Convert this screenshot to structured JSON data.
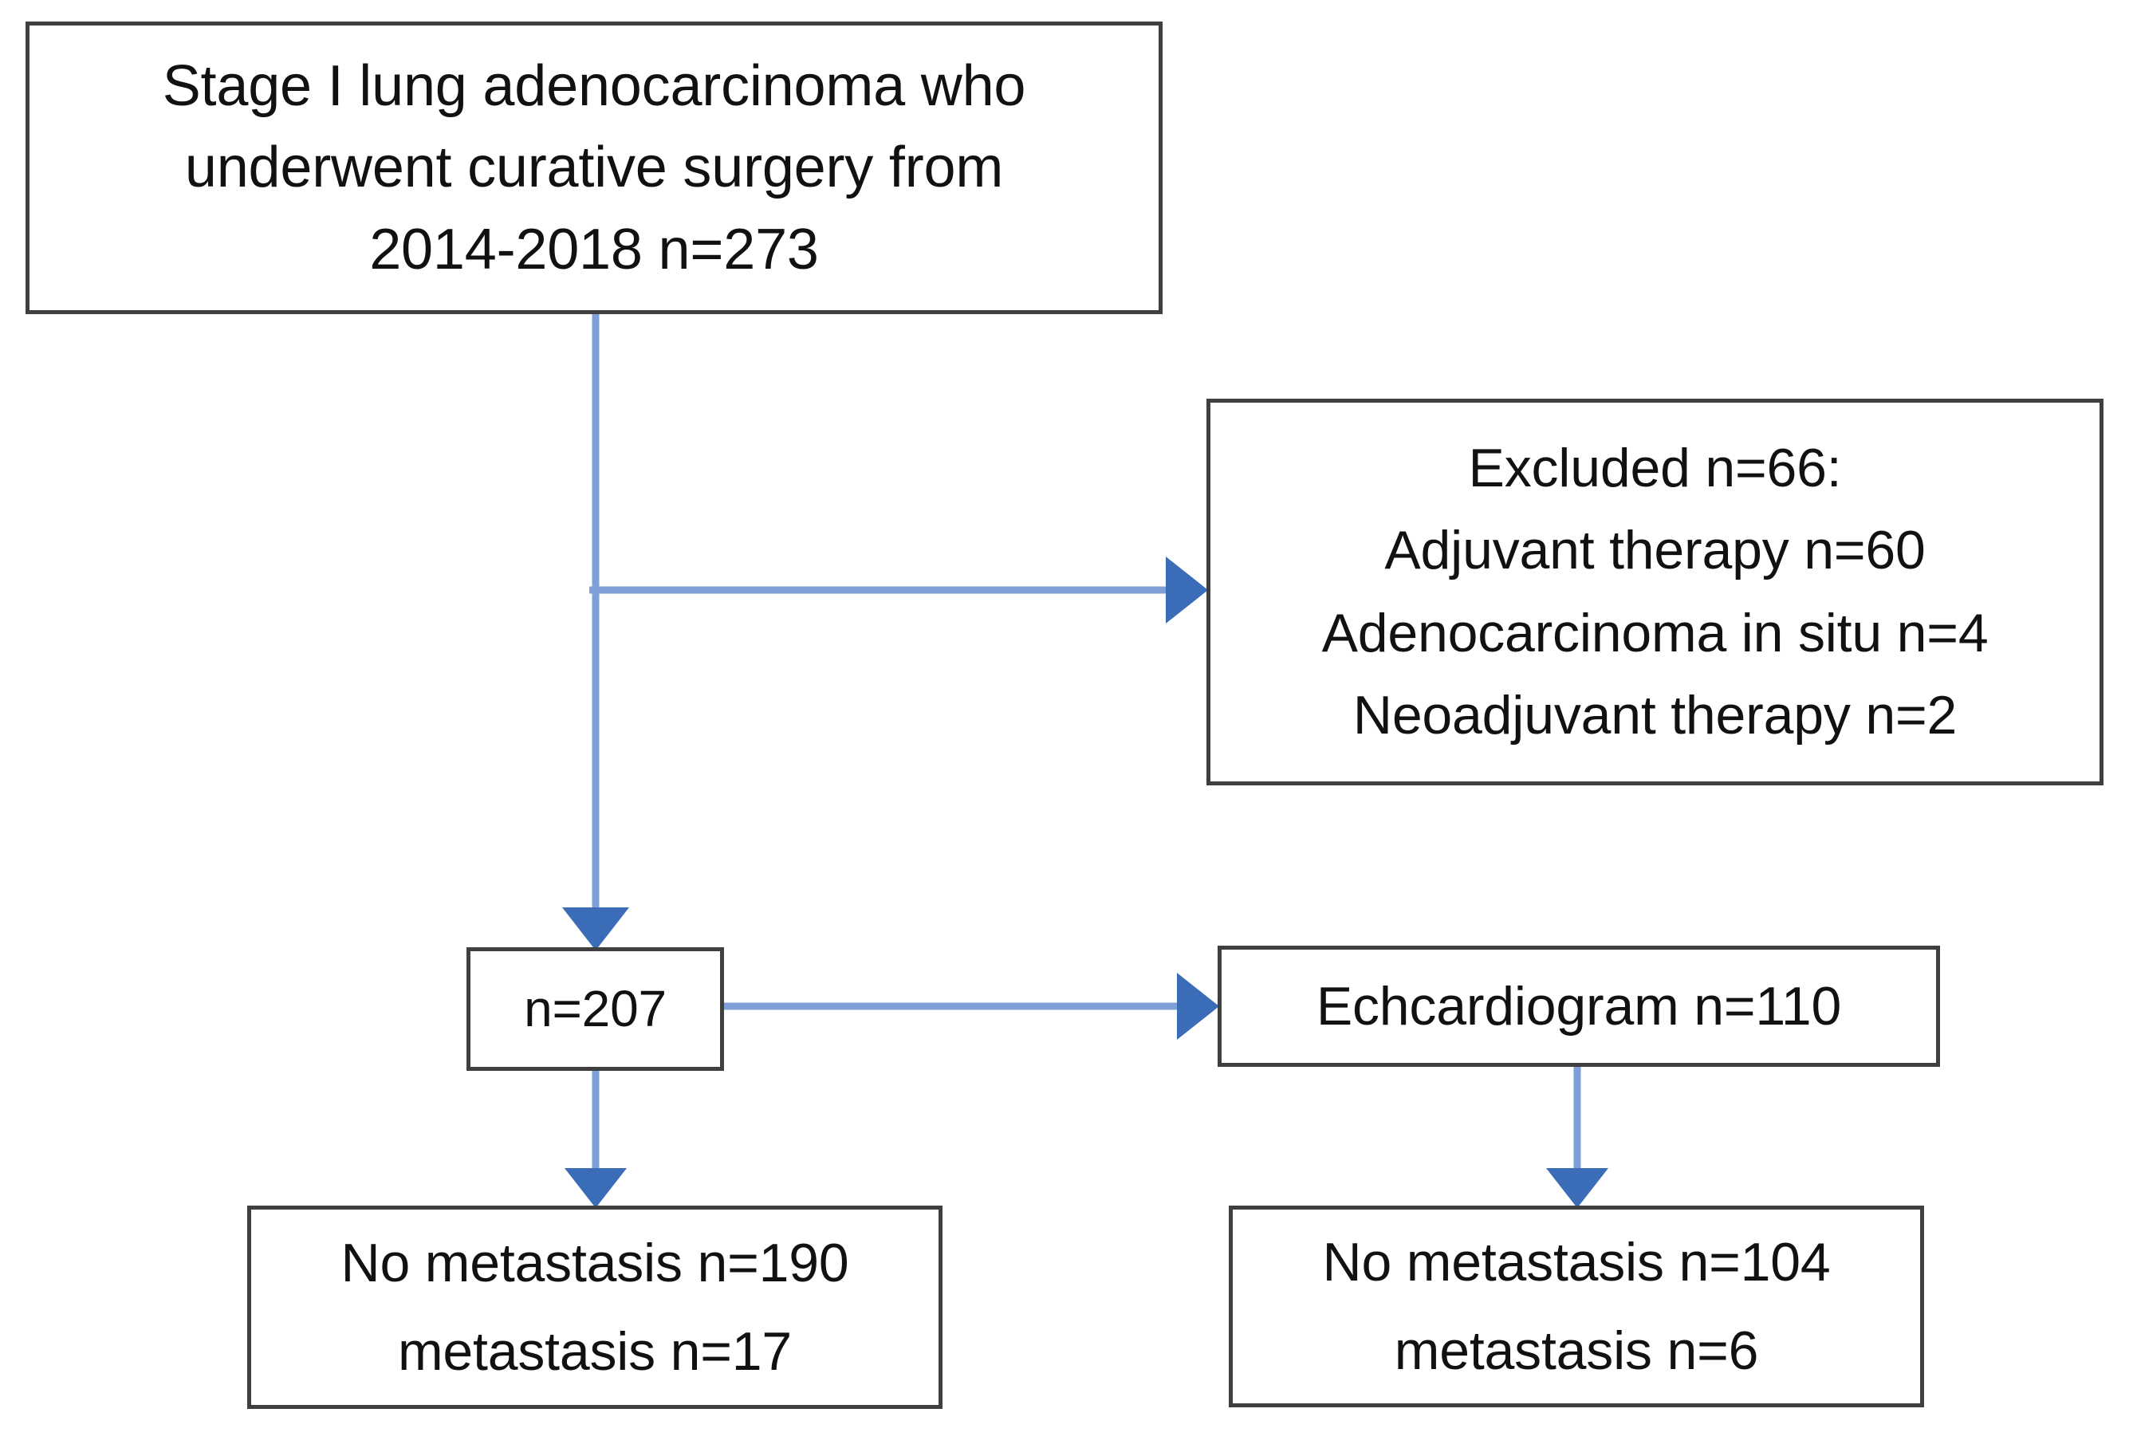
{
  "figure": {
    "type": "flowchart",
    "orientation": "top-down",
    "background_color": "#ffffff",
    "box_border_color": "#3f3f3f",
    "connector_line_color": "#7ea0d6",
    "connector_arrowhead_color": "#3b6cb7",
    "text_color": "#111111"
  },
  "nodes": {
    "cohort": {
      "id": "cohort",
      "lines": [
        "Stage I lung adenocarcinoma who",
        "underwent curative surgery from",
        "2014-2018 n=273"
      ],
      "count": 273
    },
    "excluded": {
      "id": "excluded",
      "lines": [
        "Excluded n=66:",
        "Adjuvant therapy n=60",
        "Adenocarcinoma in situ n=4",
        "Neoadjuvant therapy n=2"
      ],
      "count": 66,
      "reasons": [
        {
          "label": "Adjuvant therapy",
          "n": 60
        },
        {
          "label": "Adenocarcinoma in situ",
          "n": 4
        },
        {
          "label": "Neoadjuvant therapy",
          "n": 2
        }
      ]
    },
    "eligible": {
      "id": "eligible",
      "lines": [
        "n=207"
      ],
      "count": 207
    },
    "echocardiogram": {
      "id": "echocardiogram",
      "lines": [
        "Echcardiogram n=110"
      ],
      "count": 110
    },
    "outcome_left": {
      "id": "outcome_left",
      "lines": [
        "No metastasis n=190",
        "metastasis n=17"
      ],
      "no_metastasis": 190,
      "metastasis": 17
    },
    "outcome_right": {
      "id": "outcome_right",
      "lines": [
        "No metastasis n=104",
        "metastasis n=6"
      ],
      "no_metastasis": 104,
      "metastasis": 6
    }
  },
  "edges": [
    {
      "from": "cohort",
      "to": "excluded",
      "style": "elbow-right-arrow"
    },
    {
      "from": "cohort",
      "to": "eligible",
      "style": "vertical-arrow"
    },
    {
      "from": "eligible",
      "to": "echocardiogram",
      "style": "horizontal-arrow"
    },
    {
      "from": "eligible",
      "to": "outcome_left",
      "style": "vertical-arrow"
    },
    {
      "from": "echocardiogram",
      "to": "outcome_right",
      "style": "vertical-arrow"
    }
  ]
}
